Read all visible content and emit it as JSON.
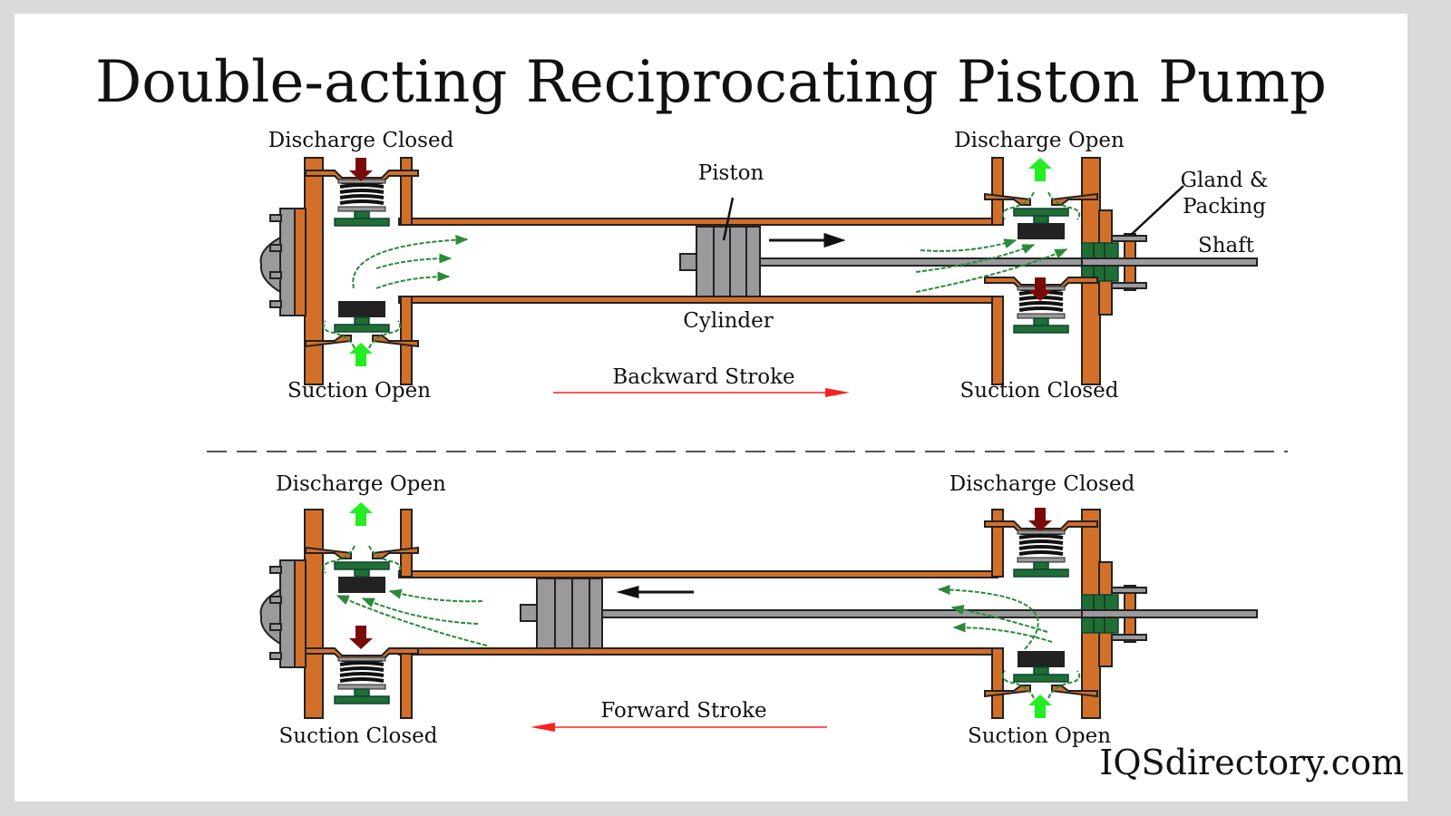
{
  "title": "Double-acting Reciprocating Piston Pump",
  "top_panel": {
    "left_top_valve": "Discharge Closed",
    "left_bottom_valve": "Suction Open",
    "right_top_valve": "Discharge Open",
    "right_bottom_valve": "Suction Closed",
    "piston_label": "Piston",
    "cylinder_label": "Cylinder",
    "gland_label_line1": "Gland &",
    "gland_label_line2": "Packing",
    "shaft_label": "Shaft",
    "stroke_label": "Backward Stroke",
    "stroke_direction": "right"
  },
  "bottom_panel": {
    "left_top_valve": "Discharge Open",
    "left_bottom_valve": "Suction Closed",
    "right_top_valve": "Discharge Closed",
    "right_bottom_valve": "Suction Open",
    "stroke_label": "Forward Stroke",
    "stroke_direction": "left"
  },
  "brand": "IQSdirectory.com",
  "colors": {
    "frame": "#d2702a",
    "valve_plate": "#1f6f35",
    "open_arrow": "#22ee22",
    "closed_arrow": "#7a0a0a",
    "stroke_arrow": "#ff2020",
    "flow": "#2a8a3a"
  }
}
